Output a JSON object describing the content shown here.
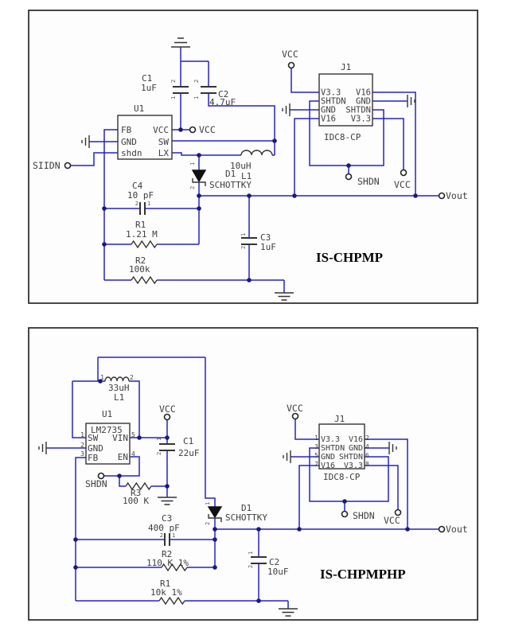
{
  "colors": {
    "wire": "#2323cc",
    "component_outline": "#333333",
    "junction_dot": "#1a1a78",
    "text": "#3d3d3d",
    "title_text": "#000000"
  },
  "panels": [
    {
      "title": "IS-CHPMP",
      "u1": {
        "ref": "U1",
        "pins_left": [
          "FB",
          "GND",
          "shdn"
        ],
        "pins_right": [
          "VCC",
          "SW",
          "LX"
        ]
      },
      "j1": {
        "ref": "J1",
        "footprint": "IDC8-CP",
        "rows": [
          {
            "l": "V3.3",
            "r": "V16"
          },
          {
            "l": "SHTDN",
            "r": "GND"
          },
          {
            "l": "GND",
            "r": "SHTDN"
          },
          {
            "l": "V16",
            "r": "V3.3"
          }
        ]
      },
      "c1": {
        "ref": "C1",
        "value": "1uF",
        "pt": "2",
        "pb": "1"
      },
      "c2": {
        "ref": "C2",
        "value": "4.7uF",
        "pt": "2",
        "pb": "1"
      },
      "c3": {
        "ref": "C3",
        "value": "1uF",
        "pt": "1",
        "pb": "2"
      },
      "c4": {
        "ref": "C4",
        "value": "10 pF",
        "pl": "2",
        "pr": "1"
      },
      "r1": {
        "ref": "R1",
        "value": "1.21 M"
      },
      "r2": {
        "ref": "R2",
        "value": "100k"
      },
      "l1": {
        "ref": "L1",
        "value": "10uH"
      },
      "d1": {
        "ref": "D1",
        "value": "SCHOTTKY",
        "p1": "1",
        "p2": "2"
      },
      "net_vcc": "VCC",
      "net_shdn": "SIIDN",
      "j1_vcc_top": "VCC",
      "j1_shdn": "SHDN",
      "j1_vcc": "VCC",
      "vout": "Vout"
    },
    {
      "title": "IS-CHPMPHP",
      "u1": {
        "ref": "U1",
        "part": "LM2735",
        "pins_left": [
          {
            "n": "1",
            "l": "SW"
          },
          {
            "n": "2",
            "l": "GND"
          },
          {
            "n": "3",
            "l": "FB"
          }
        ],
        "pins_right": [
          {
            "n": "5",
            "l": "VIN"
          },
          {
            "n": "4",
            "l": "EN"
          }
        ]
      },
      "j1": {
        "ref": "J1",
        "footprint": "IDC8-CP",
        "rows": [
          {
            "ln": "1",
            "l": "V3.3",
            "r": "V16",
            "rn": "2"
          },
          {
            "ln": "3",
            "l": "SHTDN",
            "r": "GND",
            "rn": "4"
          },
          {
            "ln": "5",
            "l": "GND",
            "r": "SHTDN",
            "rn": "6"
          },
          {
            "ln": "7",
            "l": "V16",
            "r": "V3.3",
            "rn": "8"
          }
        ]
      },
      "l1": {
        "ref": "L1",
        "value": "33uH",
        "p1": "1",
        "p2": "2"
      },
      "c1": {
        "ref": "C1",
        "value": "22uF",
        "pt": "1",
        "pb": "2"
      },
      "c2": {
        "ref": "C2",
        "value": "10uF",
        "pt": "1",
        "pb": "2"
      },
      "c3": {
        "ref": "C3",
        "value": "400 pF",
        "pl": "2",
        "pr": "1"
      },
      "r1": {
        "ref": "R1",
        "value": "10k 1%"
      },
      "r2": {
        "ref": "R2",
        "value": "110 K 1%"
      },
      "r3": {
        "ref": "R3",
        "value": "100 K"
      },
      "d1": {
        "ref": "D1",
        "value": "SCHOTTKY",
        "p1": "1",
        "p2": "2"
      },
      "net_vcc": "VCC",
      "net_shdn": "SHDN",
      "j1_vcc_top": "VCC",
      "j1_shdn": "SHDN",
      "j1_vcc": "VCC",
      "vout": "Vout"
    }
  ]
}
